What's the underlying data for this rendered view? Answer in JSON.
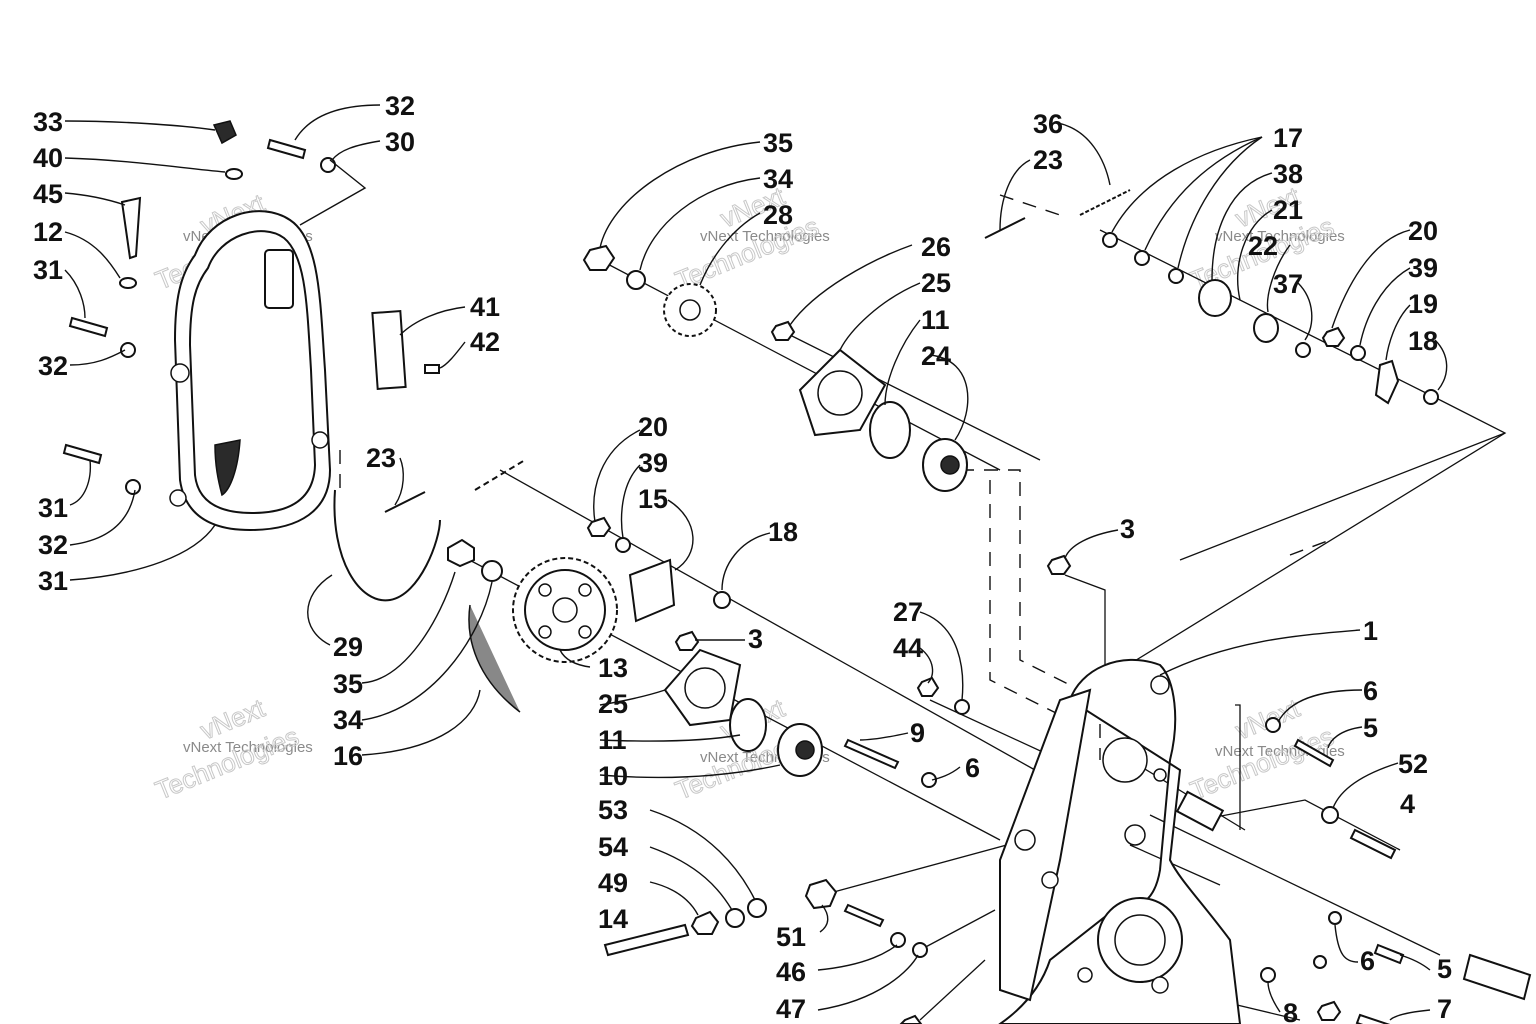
{
  "diagram": {
    "watermark": {
      "brand": "vNext",
      "line1": "vNext Technologies",
      "line2": "Technologies"
    },
    "callouts": [
      "33",
      "40",
      "45",
      "12",
      "31",
      "32",
      "31",
      "32",
      "31",
      "32",
      "30",
      "41",
      "42",
      "29",
      "23",
      "35",
      "34",
      "16",
      "13",
      "35",
      "34",
      "28",
      "26",
      "25",
      "11",
      "24",
      "36",
      "23",
      "17",
      "38",
      "21",
      "22",
      "37",
      "20",
      "39",
      "19",
      "18",
      "20",
      "39",
      "15",
      "18",
      "3",
      "25",
      "11",
      "10",
      "9",
      "6",
      "27",
      "44",
      "3",
      "1",
      "6",
      "5",
      "52",
      "4",
      "53",
      "54",
      "49",
      "14",
      "51",
      "46",
      "47",
      "6",
      "5",
      "8",
      "7"
    ]
  }
}
